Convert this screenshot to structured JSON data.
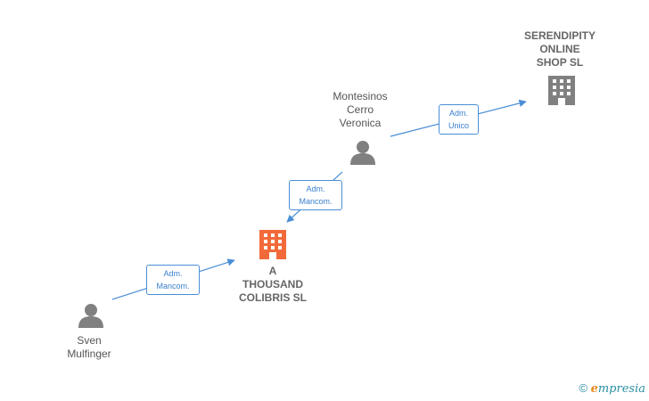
{
  "colors": {
    "edge": "#4a8ed6",
    "person_icon": "#808080",
    "company_icon": "#808080",
    "focus_company_icon": "#f26a3a"
  },
  "nodes": {
    "serendipity": {
      "lines": [
        "SERENDIPITY",
        "ONLINE",
        "SHOP  SL"
      ],
      "icon": "building-icon"
    },
    "montesinos": {
      "lines": [
        "Montesinos",
        "Cerro",
        "Veronica"
      ],
      "icon": "person-icon"
    },
    "thousand": {
      "lines": [
        "A",
        "THOUSAND",
        "COLIBRIS  SL"
      ],
      "icon": "building-icon"
    },
    "sven": {
      "lines": [
        "Sven",
        "Mulfinger"
      ],
      "icon": "person-icon"
    }
  },
  "edges": {
    "montesinos_to_serendipity": {
      "lines": [
        "Adm.",
        "Unico"
      ]
    },
    "montesinos_to_thousand": {
      "lines": [
        "Adm.",
        "Mancom."
      ]
    },
    "sven_to_thousand": {
      "lines": [
        "Adm.",
        "Mancom."
      ]
    }
  },
  "footer": {
    "copyright": "©",
    "brand_e": "e",
    "brand_rest": "mpresia"
  }
}
